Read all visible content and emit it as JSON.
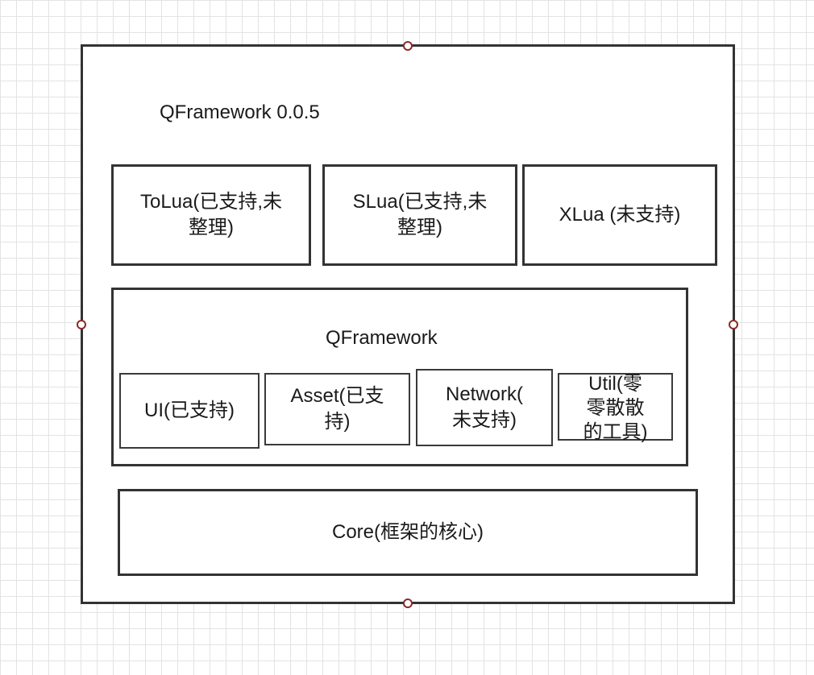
{
  "diagram": {
    "outer_title": "QFramework 0.0.5",
    "bindings": [
      {
        "label": "ToLua(已支持,未\n整理)"
      },
      {
        "label": "SLua(已支持,未\n整理)"
      },
      {
        "label": "XLua (未支持)"
      }
    ],
    "framework": {
      "title": "QFramework",
      "modules": [
        {
          "label": "UI(已支持)"
        },
        {
          "label": "Asset(已支\n持)"
        },
        {
          "label": "Network(\n未支持)"
        },
        {
          "label": "Util(零\n零散散\n的工具)"
        }
      ]
    },
    "core": {
      "label": "Core(框架的核心)"
    }
  }
}
